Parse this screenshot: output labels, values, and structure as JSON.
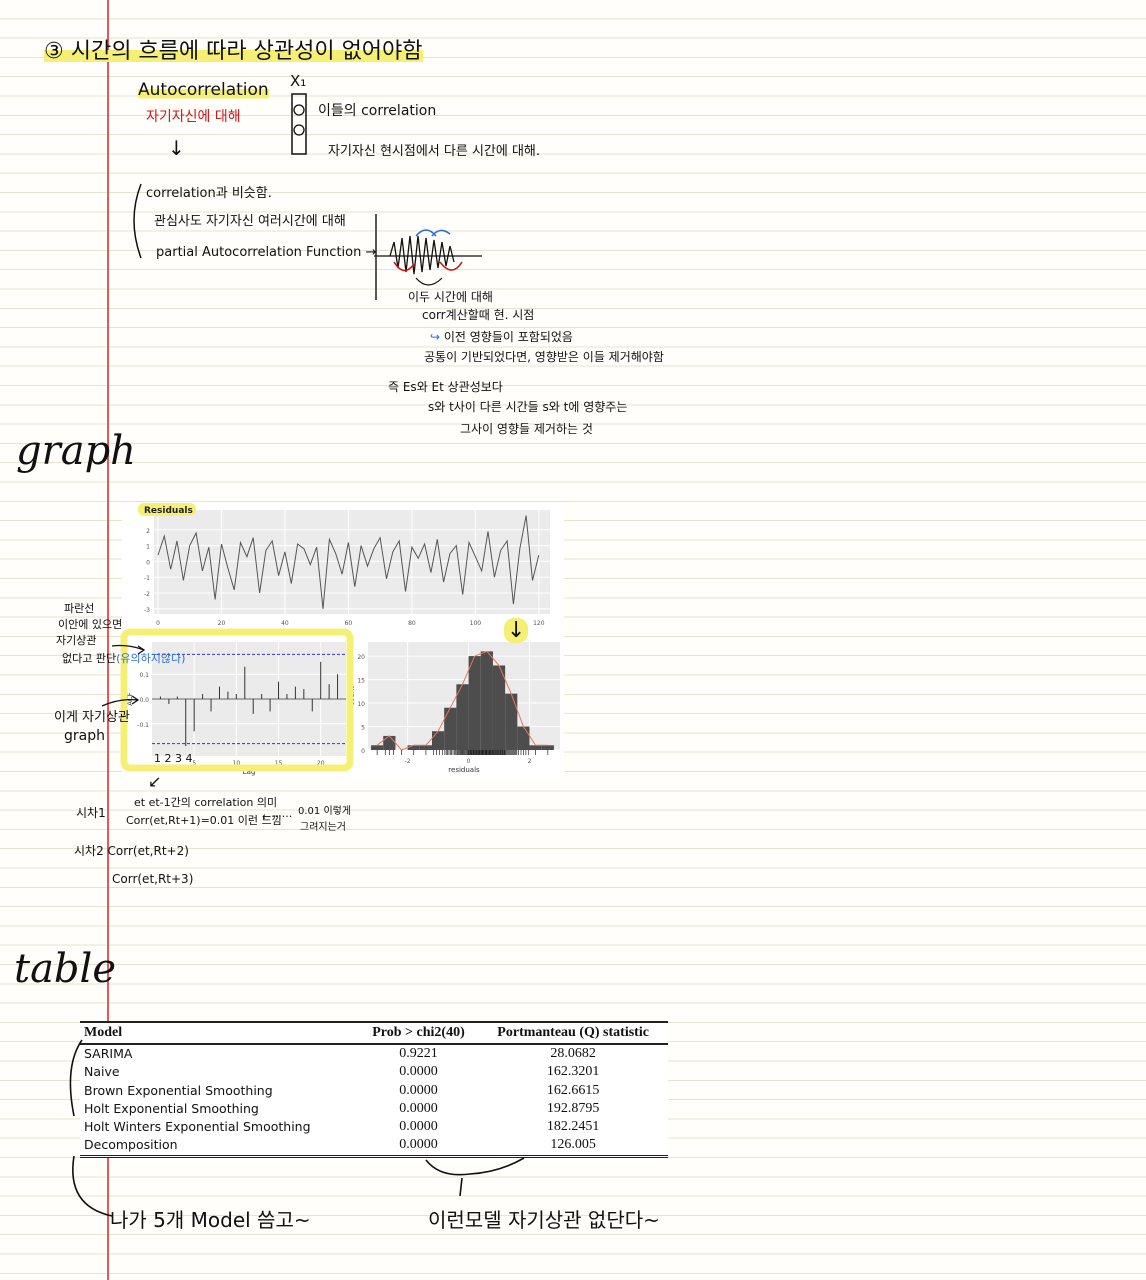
{
  "notes": {
    "header": "③ 시간의 흐름에 따라 상관성이 없어야함",
    "autocorrelation": "Autocorrelation",
    "autocorrelation_ko": "자기자신에 대해",
    "x1_label": "X₁",
    "correlation_note_1": "이들의 correlation",
    "correlation_note_2": "자기자신 현시점에서 다른 시간에 대해.",
    "bracket_line_1": "correlation과 비슷함.",
    "bracket_line_2": "관심사도 자기자신 여러시간에 대해",
    "bracket_line_3": "partial Autocorrelation Function →",
    "wave_note_1": "이두 시간에 대해",
    "wave_note_2": "corr계산할때 현. 시점",
    "wave_note_3": "이전 영향들이 포함되었음",
    "wave_note_4": "공통이 기반되었다면, 영향받은 이들 제거해야함",
    "wave_note_5": "즉 Es와 Et 상관성보다",
    "wave_note_6": "s와 t사이 다른 시간들 s와 t에 영향주는",
    "wave_note_7": "그사이 영향들 제거하는 것",
    "graph_heading": "graph",
    "acf_side_1": "파란선",
    "acf_side_2": "이안에 있으면",
    "acf_side_3": "자기상관",
    "acf_side_4": "없다고 판단",
    "acf_side_blue": "(유의하지않다)",
    "acf_side_5": "이게 자기상관",
    "acf_side_6": "graph",
    "lag_numbers": "1 2 3 4",
    "lag_note_1": "시차1",
    "lag_note_2": "et et-1간의 correlation 의미",
    "lag_note_3": "Corr(et,Rt+1)=0.01 이런 느낌",
    "lag_note_4": "0.01 이렇게",
    "lag_note_5": "그려지는거",
    "lag_note_6": "시차2 Corr(et,Rt+2)",
    "lag_note_7": "Corr(et,Rt+3)",
    "table_heading": "table",
    "bottom_note_left": "나가 5개 Model 씀고~",
    "bottom_note_right": "이런모델 자기상관 없단다~"
  },
  "chart_data": [
    {
      "type": "line",
      "title": "Residuals",
      "x": [
        0,
        2,
        4,
        6,
        8,
        10,
        12,
        14,
        16,
        18,
        20,
        22,
        24,
        26,
        28,
        30,
        32,
        34,
        36,
        38,
        40,
        42,
        44,
        46,
        48,
        50,
        52,
        54,
        56,
        58,
        60,
        62,
        64,
        66,
        68,
        70,
        72,
        74,
        76,
        78,
        80,
        82,
        84,
        86,
        88,
        90,
        92,
        94,
        96,
        98,
        100,
        102,
        104,
        106,
        108,
        110,
        112,
        114,
        116,
        118,
        120
      ],
      "values": [
        0.4,
        1.6,
        -0.5,
        1.3,
        -1.2,
        1.0,
        1.8,
        -0.6,
        0.9,
        -2.4,
        1.1,
        -0.4,
        -1.8,
        1.2,
        0.3,
        1.5,
        -2.0,
        0.7,
        1.3,
        -0.9,
        0.6,
        -1.4,
        1.1,
        0.8,
        -0.2,
        0.9,
        -3.0,
        1.4,
        0.5,
        -0.8,
        1.2,
        -1.6,
        1.0,
        -0.3,
        0.8,
        1.5,
        -1.1,
        0.6,
        1.3,
        -1.9,
        0.9,
        0.2,
        1.1,
        -0.7,
        1.4,
        -1.3,
        0.5,
        1.0,
        -2.1,
        1.2,
        0.3,
        -0.6,
        1.9,
        -1.0,
        0.7,
        1.3,
        -2.7,
        0.8,
        2.9,
        -1.2,
        0.4
      ],
      "xticks": [
        0,
        20,
        40,
        60,
        80,
        100,
        120
      ],
      "yticks": [
        -3,
        -2,
        -1,
        0,
        1,
        2
      ],
      "xlim": [
        0,
        121
      ],
      "ylim": [
        -3.2,
        3.0
      ]
    },
    {
      "type": "bar",
      "xlabel": "Lag",
      "ylabel": "ACF",
      "lags": [
        1,
        2,
        3,
        4,
        5,
        6,
        7,
        8,
        9,
        10,
        11,
        12,
        13,
        14,
        15,
        16,
        17,
        18,
        19,
        20,
        21,
        22
      ],
      "values": [
        0.01,
        -0.02,
        0.01,
        -0.19,
        -0.13,
        0.02,
        -0.05,
        0.05,
        0.03,
        0.02,
        0.13,
        -0.06,
        0.02,
        -0.05,
        0.07,
        0.02,
        0.05,
        0.04,
        -0.05,
        0.15,
        0.06,
        0.1
      ],
      "confidence_band": 0.18,
      "xticks": [
        5,
        10,
        15,
        20
      ],
      "yticks": [
        -0.1,
        0.0,
        0.1
      ],
      "xlim": [
        0,
        23
      ],
      "ylim": [
        -0.23,
        0.23
      ]
    },
    {
      "type": "bar",
      "xlabel": "residuals",
      "ylabel": "count",
      "bin_centers": [
        -3.0,
        -2.6,
        -2.2,
        -1.8,
        -1.4,
        -1.0,
        -0.6,
        -0.2,
        0.2,
        0.6,
        1.0,
        1.4,
        1.8,
        2.2,
        2.6
      ],
      "counts": [
        1,
        3,
        0,
        1,
        1,
        4,
        9,
        14,
        20,
        21,
        18,
        12,
        5,
        1,
        1
      ],
      "xticks": [
        -2,
        0,
        2
      ],
      "yticks": [
        0,
        5,
        10,
        15,
        20
      ],
      "xlim": [
        -3.3,
        3.0
      ],
      "ylim": [
        0,
        23
      ]
    }
  ],
  "table": {
    "headers": [
      "Model",
      "Prob > chi2(40)",
      "Portmanteau (Q) statistic"
    ],
    "rows": [
      [
        "SARIMA",
        "0.9221",
        "28.0682"
      ],
      [
        "Naive",
        "0.0000",
        "162.3201"
      ],
      [
        "Brown Exponential Smoothing",
        "0.0000",
        "162.6615"
      ],
      [
        "Holt Exponential Smoothing",
        "0.0000",
        "192.8795"
      ],
      [
        "Holt Winters Exponential Smoothing",
        "0.0000",
        "182.2451"
      ],
      [
        "Decomposition",
        "0.0000",
        "126.005"
      ]
    ]
  },
  "colors": {
    "highlight": "#f5f075",
    "margin_line": "#e05a5a",
    "red_note": "#d01818",
    "blue_note": "#2b6fd6",
    "confidence_band": "#3333cc"
  }
}
